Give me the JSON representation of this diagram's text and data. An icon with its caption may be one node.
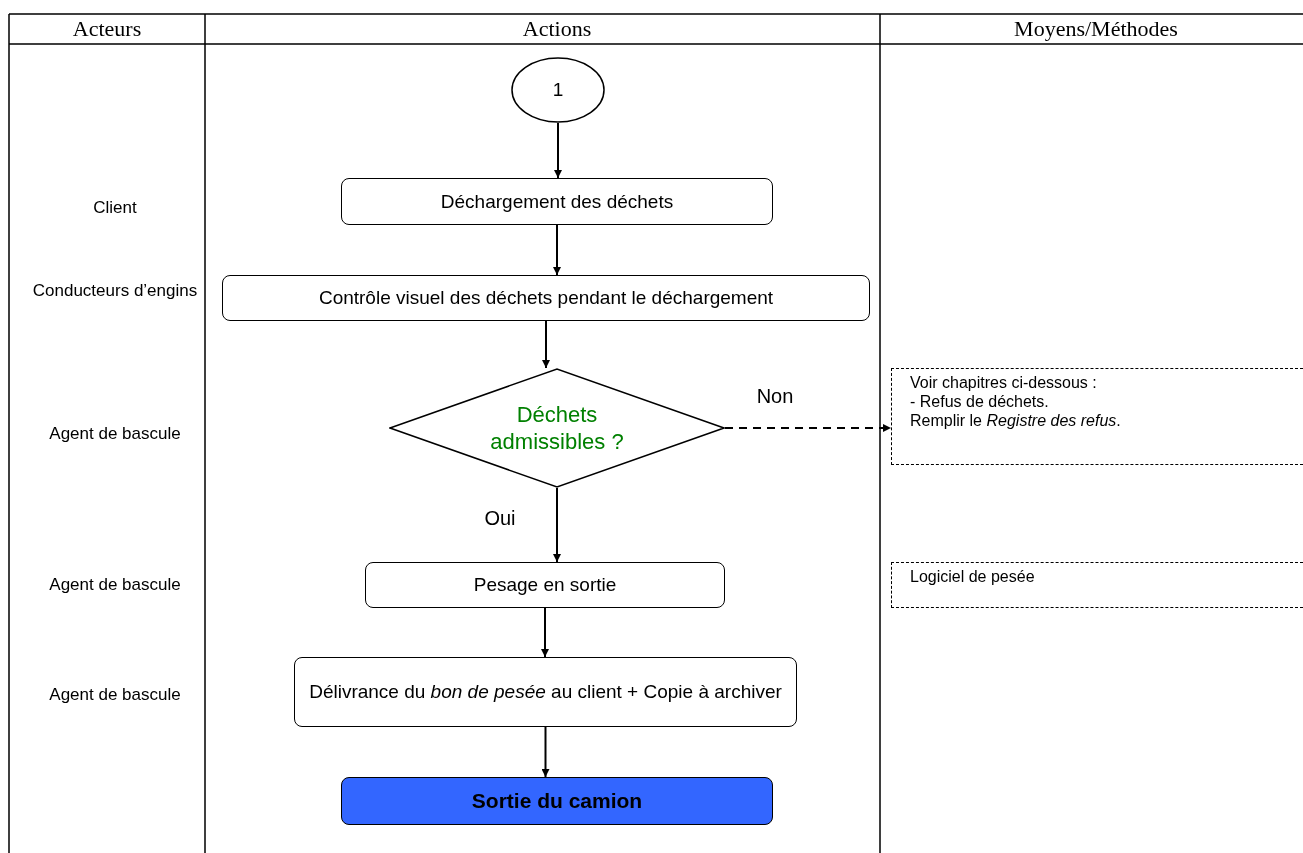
{
  "diagram": {
    "nodes": [
      {
        "text": [
          "1"
        ]
      },
      {
        "text": [
          "Déchargement des déchets"
        ]
      },
      {
        "text": [
          "Contrôle visuel des déchets pendant le déchargement"
        ]
      },
      {
        "text": [
          "Déchets admissibles ?"
        ]
      },
      {
        "text": [
          "Voir chapitres ci-dessous :",
          "- Refus de déchets.",
          "Remplir le *Registre des refus*."
        ]
      },
      {
        "text": [
          "Pesage en sortie"
        ]
      },
      {
        "text": [
          "Logiciel de pesée"
        ]
      },
      {
        "text": [
          "Délivrance du *bon de pesée* au client + Copie à archiver"
        ]
      },
      {
        "text": [
          "Sortie du camion"
        ]
      }
    ],
    "edges": [
      {
        "from": 0,
        "to": 1,
        "arrow": "to"
      },
      {
        "from": 1,
        "to": 2,
        "arrow": "to"
      },
      {
        "from": 2,
        "to": 3,
        "arrow": "to"
      },
      {
        "from": 3,
        "to": 4,
        "arrow": "to",
        "label": "Non",
        "style": "dashed"
      },
      {
        "from": 3,
        "to": 5,
        "arrow": "to",
        "label": "Oui"
      },
      {
        "from": 5,
        "to": 7,
        "arrow": "to"
      },
      {
        "from": 7,
        "to": 8,
        "arrow": "to"
      }
    ],
    "labels": [
      "Acteurs",
      "Actions",
      "Moyens/Méthodes",
      "Client",
      "Conducteurs d’engins",
      "Agent de bascule",
      "Agent de bascule",
      "Agent de bascule"
    ]
  }
}
